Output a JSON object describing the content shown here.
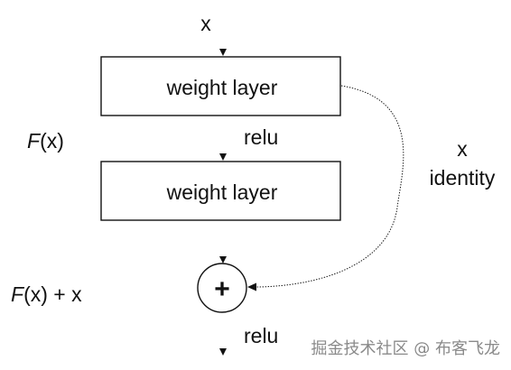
{
  "input_label": "x",
  "layer1": {
    "label": "weight layer"
  },
  "relu1_label": "relu",
  "layer2": {
    "label": "weight layer"
  },
  "fx_label": {
    "f": "F",
    "rest": "(x)"
  },
  "identity": {
    "x": "x",
    "label": "identity"
  },
  "sum": {
    "symbol": "+"
  },
  "sum_label": {
    "f": "F",
    "rest": "(x) + x"
  },
  "relu2_label": "relu",
  "watermark": "掘金技术社区 @ 布客飞龙",
  "colors": {
    "stroke": "#111111",
    "text": "#111111",
    "watermark": "#8a8a8a"
  }
}
